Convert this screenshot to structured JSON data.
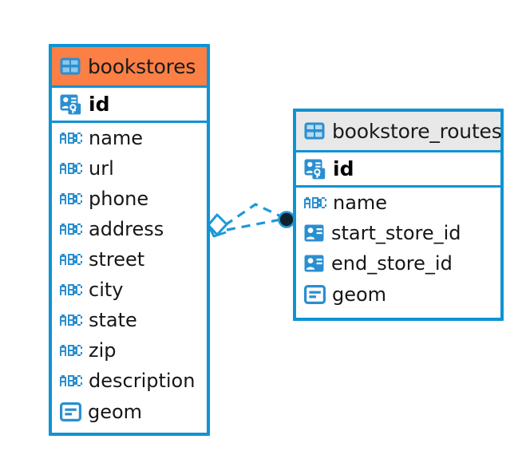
{
  "diagram": {
    "title": "entity-relationship-diagram",
    "background": "#ffffff",
    "colors": {
      "border_blue": "#0f93d2",
      "header_orange": "#fc7f45",
      "header_grey": "#e8e8e8",
      "icon_blue": "#2a8fd0",
      "text_dark": "#161616",
      "connector_blue": "#1b9ad8",
      "connector_dot": "#11202b"
    }
  },
  "entities": [
    {
      "id": "bookstores",
      "name": "bookstores",
      "header_icon": "table-icon",
      "header_accent": "orange",
      "primary_key": {
        "name": "id",
        "icon": "primary-key-icon"
      },
      "fields": [
        {
          "name": "name",
          "icon": "abc-icon"
        },
        {
          "name": "url",
          "icon": "abc-icon"
        },
        {
          "name": "phone",
          "icon": "abc-icon"
        },
        {
          "name": "address",
          "icon": "abc-icon"
        },
        {
          "name": "street",
          "icon": "abc-icon"
        },
        {
          "name": "city",
          "icon": "abc-icon"
        },
        {
          "name": "state",
          "icon": "abc-icon"
        },
        {
          "name": "zip",
          "icon": "abc-icon"
        },
        {
          "name": "description",
          "icon": "abc-icon"
        },
        {
          "name": "geom",
          "icon": "geometry-icon"
        }
      ]
    },
    {
      "id": "bookstore_routes",
      "name": "bookstore_routes",
      "header_icon": "table-icon",
      "header_accent": "grey",
      "primary_key": {
        "name": "id",
        "icon": "primary-key-icon"
      },
      "fields": [
        {
          "name": "name",
          "icon": "abc-icon"
        },
        {
          "name": "start_store_id",
          "icon": "foreign-key-icon"
        },
        {
          "name": "end_store_id",
          "icon": "foreign-key-icon"
        },
        {
          "name": "geom",
          "icon": "geometry-icon"
        }
      ]
    }
  ],
  "relationship": {
    "name": "bookstores-to-bookstore-routes",
    "style": "dashed",
    "source_marker": "rhombus-marker",
    "target_marker": "filled-dot-marker",
    "branches": 2
  }
}
